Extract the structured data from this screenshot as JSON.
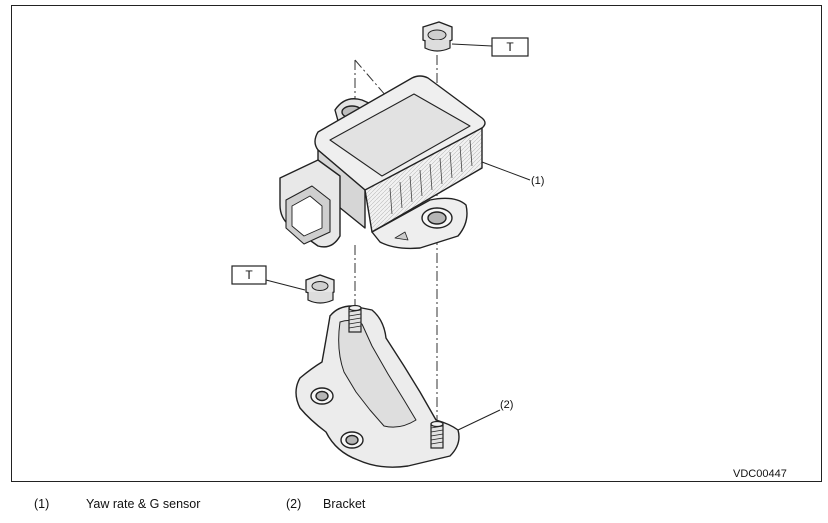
{
  "diagram": {
    "code": "VDC00447",
    "torque_marker": "T",
    "callouts": [
      {
        "id": "1",
        "text": "(1)"
      },
      {
        "id": "2",
        "text": "(2)"
      }
    ]
  },
  "legend": {
    "items": [
      {
        "number": "(1)",
        "label": "Yaw rate & G sensor"
      },
      {
        "number": "(2)",
        "label": "Bracket"
      }
    ]
  }
}
